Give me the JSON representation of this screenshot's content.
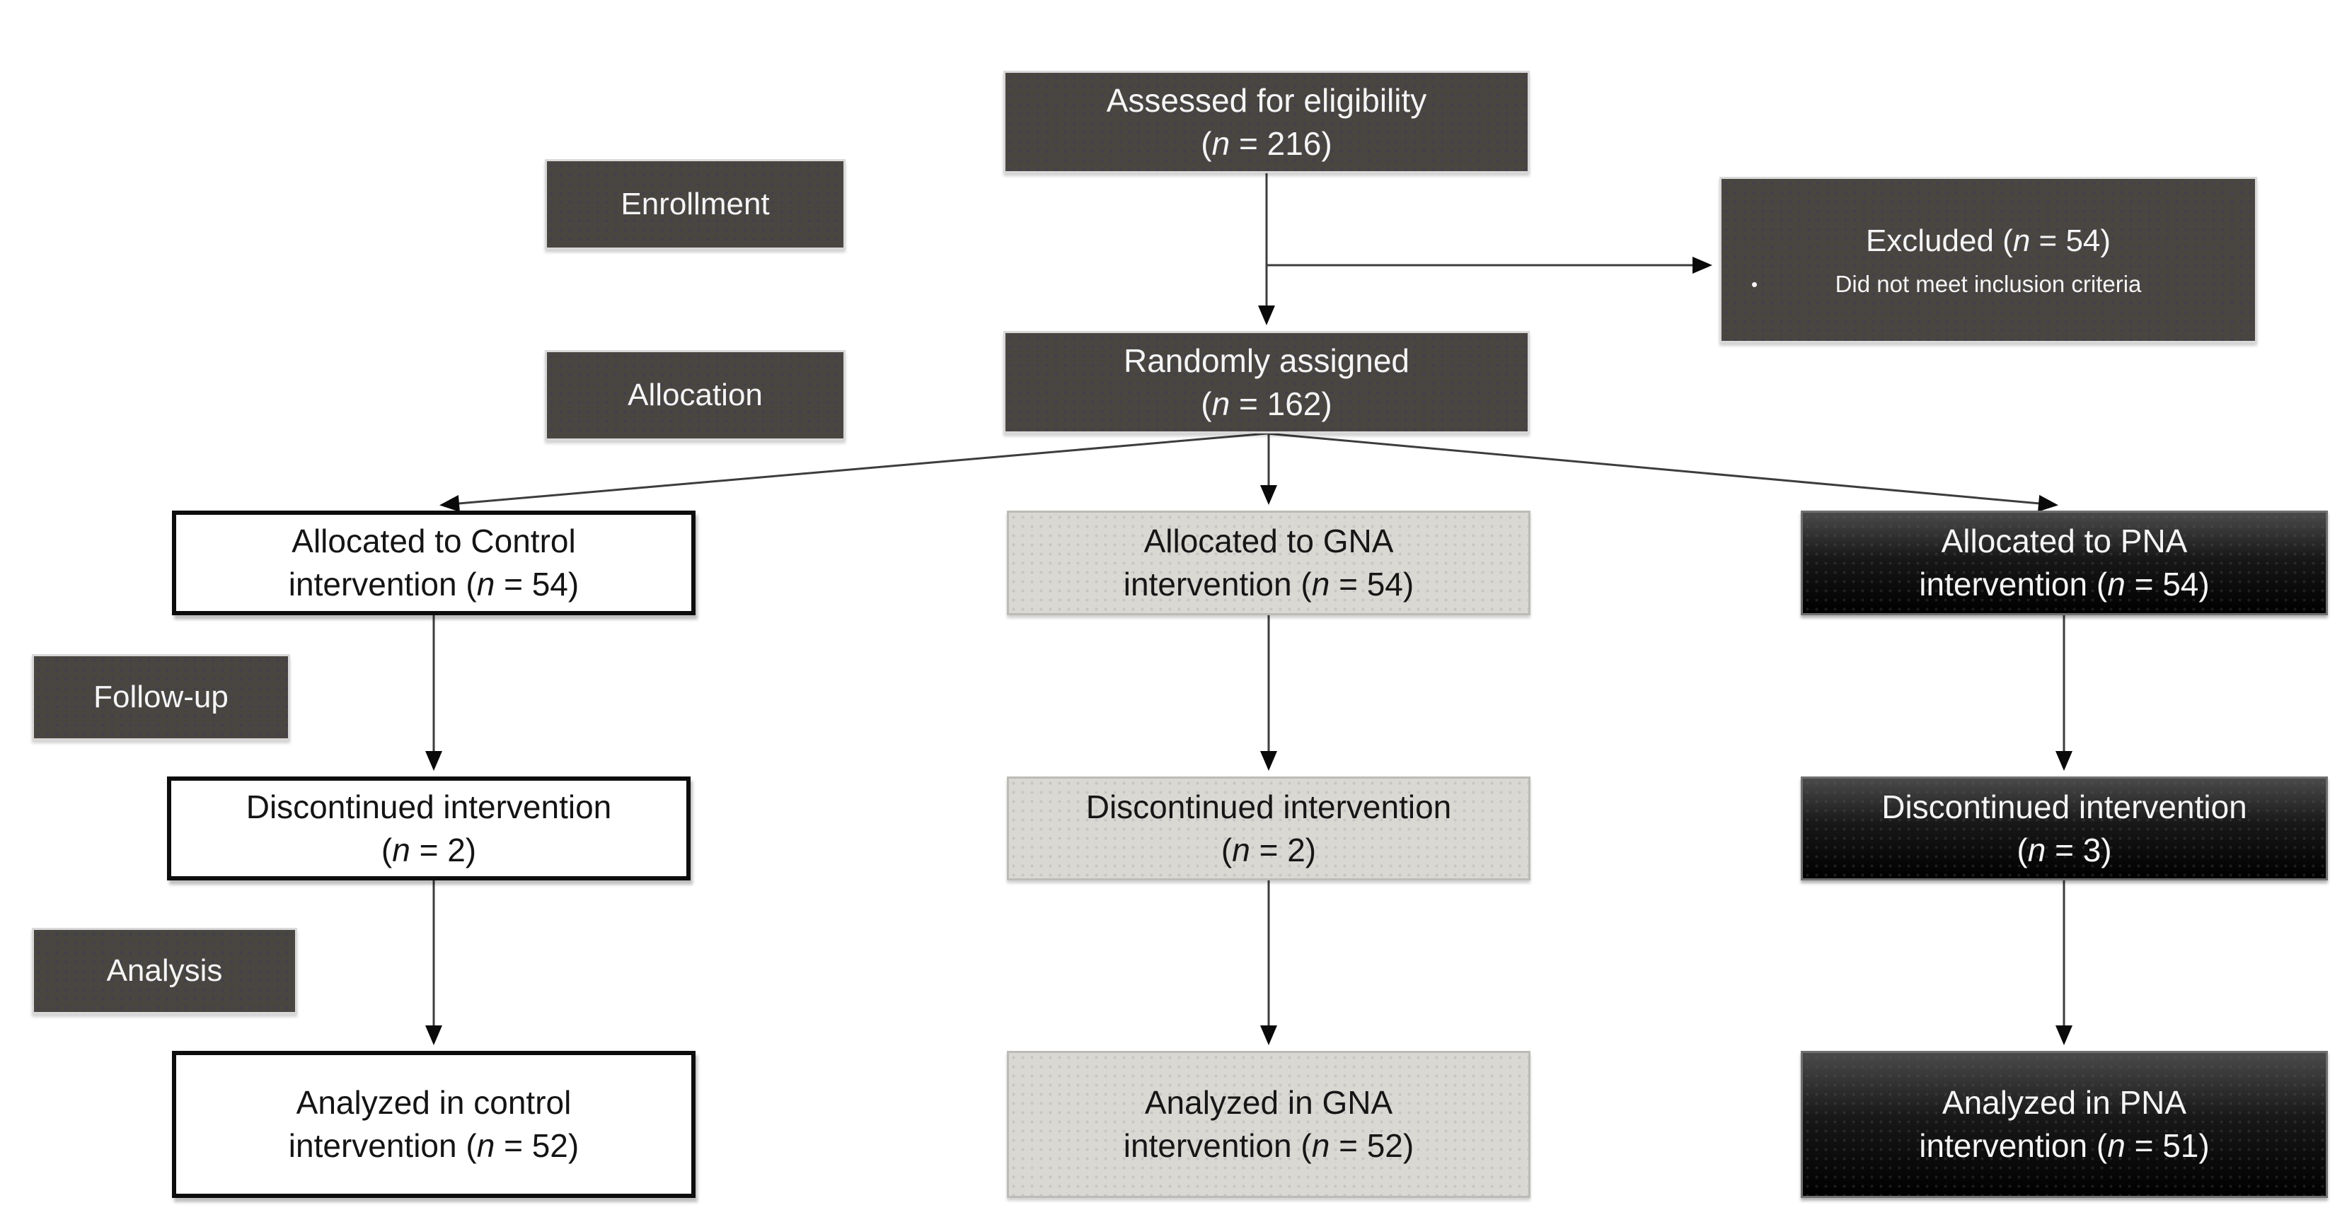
{
  "flowchart": {
    "kind": "consort-participant-flow",
    "phases": {
      "enrollment": "Enrollment",
      "allocation": "Allocation",
      "followup": "Follow-up",
      "analysis": "Analysis"
    },
    "nodes": {
      "assessed": {
        "line1": "Assessed for eligibility",
        "line2": "(n = 216)"
      },
      "excluded": {
        "line1": "Excluded (n = 54)",
        "bullet_glyph": "•",
        "bullet_text": "Did not meet inclusion criteria"
      },
      "randomized": {
        "line1": "Randomly assigned",
        "line2": "(n = 162)"
      },
      "alloc_control": {
        "line1": "Allocated to Control",
        "line2": "intervention (n = 54)"
      },
      "alloc_gna": {
        "line1": "Allocated to GNA",
        "line2": "intervention (n = 54)"
      },
      "alloc_pna": {
        "line1": "Allocated to PNA",
        "line2": "intervention (n = 54)"
      },
      "disc_control": {
        "line1": "Discontinued intervention",
        "line2": "(n = 2)"
      },
      "disc_gna": {
        "line1": "Discontinued intervention",
        "line2": "(n = 2)"
      },
      "disc_pna": {
        "line1": "Discontinued intervention",
        "line2": "(n = 3)"
      },
      "anal_control": {
        "line1": "Analyzed in control",
        "line2": "intervention (n = 52)"
      },
      "anal_gna": {
        "line1": "Analyzed in GNA",
        "line2": "intervention (n = 52)"
      },
      "anal_pna": {
        "line1": "Analyzed in PNA",
        "line2": "intervention (n = 51)"
      }
    },
    "colors": {
      "phase_box_bg": "#494642",
      "control_arm_bg": "#ffffff",
      "gna_arm_bg": "#d9d8d3",
      "pna_arm_bg": "#000000",
      "connector": "#3d3d3d",
      "text_on_dark": "#f5f5f5",
      "text_on_light": "#161616"
    }
  }
}
